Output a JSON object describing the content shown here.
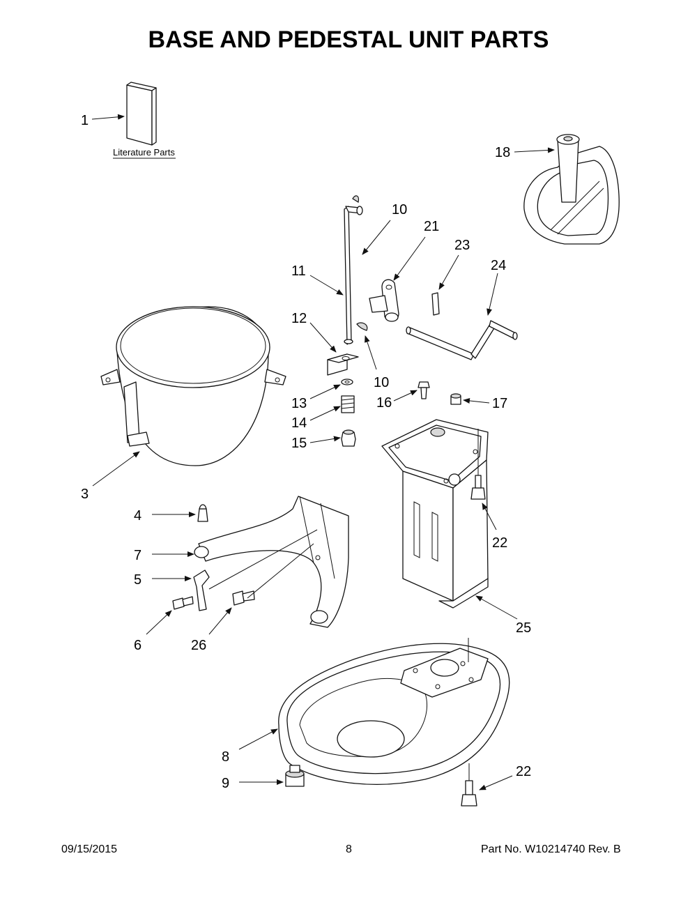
{
  "title": "BASE AND PEDESTAL UNIT PARTS",
  "literature_label": "Literature Parts",
  "callouts": {
    "c1": "1",
    "c3": "3",
    "c4": "4",
    "c5": "5",
    "c6": "6",
    "c7": "7",
    "c8": "8",
    "c9": "9",
    "c10a": "10",
    "c10b": "10",
    "c11": "11",
    "c12": "12",
    "c13": "13",
    "c14": "14",
    "c15": "15",
    "c16": "16",
    "c17": "17",
    "c18": "18",
    "c21": "21",
    "c22a": "22",
    "c22b": "22",
    "c23": "23",
    "c24": "24",
    "c25": "25",
    "c26": "26"
  },
  "footer": {
    "date": "09/15/2015",
    "page": "8",
    "part_no": "Part No.  W10214740  Rev.  B"
  }
}
